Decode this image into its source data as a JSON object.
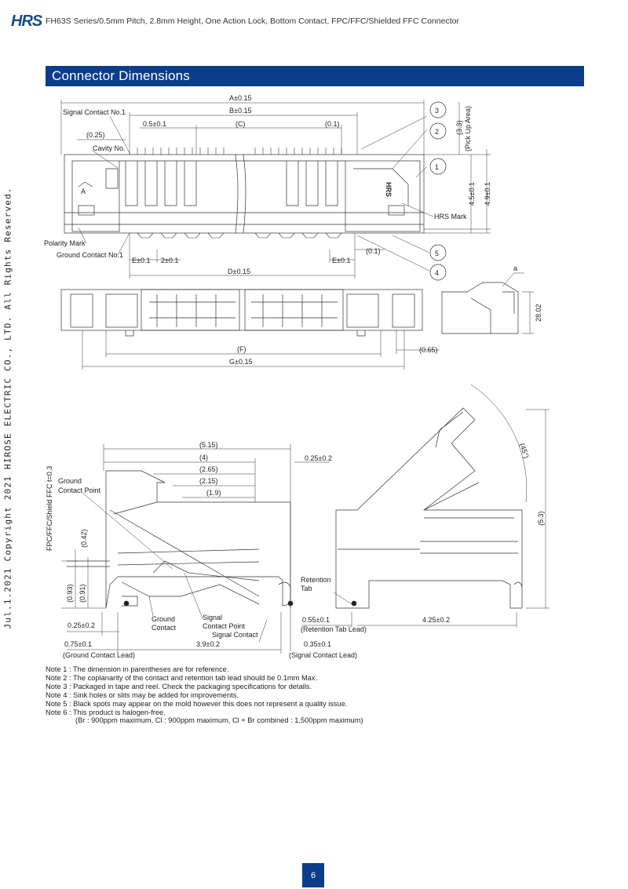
{
  "header": {
    "logo": "HRS",
    "title": "FH63S Series/0.5mm Pitch, 2.8mm Height, One Action Lock, Bottom Contact,  FPC/FFC/Shielded FFC Connector"
  },
  "section": {
    "title": "Connector Dimensions"
  },
  "copyright": "Jul.1.2021 Copyright 2021 HIROSE ELECTRIC CO., LTD. All Rights Reserved.",
  "drawing_top": {
    "dims": {
      "a": "A±0.15",
      "b": "B±0.15",
      "c": "(C)",
      "c_right": "(0.1)",
      "pitch_left": "0.5±0.1",
      "d": "D±0.15",
      "e_left": "E±0.1",
      "two": "2±0.1",
      "e_right": "E±0.1",
      "e_right_paren": "(0.1)",
      "f": "(F)",
      "g": "G±0.15",
      "g_right": "(0.65)",
      "paren_025": "(0.25)",
      "pick": "(3.3)",
      "pick_area": "(Pick Up Area)",
      "h45": "4.5±0.1",
      "h49": "4.9±0.1",
      "side_h": "28.02",
      "side_a": "a"
    },
    "labels": {
      "signal_contact_no1": "Signal Contact No.1",
      "cavity_no": "Cavity No.",
      "polarity_mark": "Polarity Mark",
      "ground_contact_no1": "Ground Contact No.1",
      "hrs_mark": "HRS Mark",
      "stamp_logo": "HRS",
      "polarity_letter": "A",
      "side_a_letter": "a"
    },
    "callouts": [
      "1",
      "2",
      "3",
      "4",
      "5"
    ]
  },
  "drawing_bottom": {
    "dims": {
      "d515": "(5.15)",
      "d4": "(4)",
      "d265": "(2.65)",
      "d215": "(2.15)",
      "d19": "(1.9)",
      "d025": "0.25±0.2",
      "fpc_t": "FPC/FFC/Shield FFC t=0.3",
      "d042": "(0.42)",
      "d093": "(0.93)",
      "d091": "(0.91)",
      "d025b": "0.25±0.2",
      "d075": "0.75±0.1",
      "ground_lead": "(Ground Contact Lead)",
      "d39": "3.9±0.2",
      "d035": "0.35±0.1",
      "signal_lead": "(Signal Contact Lead)",
      "d055": "0.55±0.1",
      "retention_lead": "(Retention Tab Lead)",
      "d425": "4.25±0.2",
      "angle": "(45°)",
      "d53": "(5.3)"
    },
    "labels": {
      "ground_contact_point_1": "Ground",
      "ground_contact_point_2": "Contact Point",
      "ground_contact_1": "Ground",
      "ground_contact_2": "Contact",
      "signal_contact_point_1": "Signal",
      "signal_contact_point_2": "Contact Point",
      "signal_contact": "Signal Contact",
      "retention_1": "Retention",
      "retention_2": "Tab"
    }
  },
  "notes": [
    "Note 1 : The dimension in parentheses are for reference.",
    "Note 2 : The coplanarity of the contact and retention tab lead should be 0.1mm Max.",
    "Note 3 : Packaged in tape and reel. Check the packaging specifications for details.",
    "Note 4 : Sink holes or slits may be added for improvements.",
    "Note 5 : Black spots may appear on the mold however this does not represent a quality issue.",
    "Note 6 : This product is halogen-free."
  ],
  "note6_detail": "(Br : 900ppm maximum, Cl : 900ppm maximum, Cl + Br combined : 1,500ppm maximum)",
  "page_number": "6",
  "colors": {
    "brand_blue": "#0b3d8a",
    "text": "#222222"
  }
}
